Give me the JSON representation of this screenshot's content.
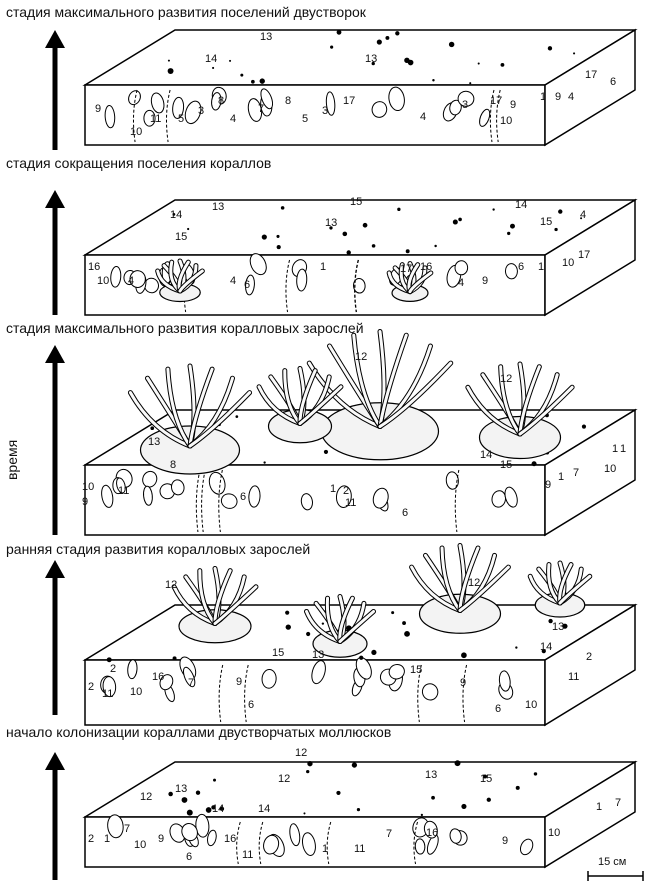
{
  "axis_label": "время",
  "scale_label": "15 см",
  "stages": [
    {
      "title": "стадия максимального развития поселений двустворок",
      "labels": [
        "13",
        "14",
        "13",
        "9",
        "10",
        "11",
        "5",
        "3",
        "8",
        "4",
        "7",
        "8",
        "5",
        "3",
        "17",
        "4",
        "3",
        "17",
        "9",
        "10",
        "1",
        "9",
        "4",
        "17",
        "6"
      ]
    },
    {
      "title": "стадия сокращения поселения кораллов",
      "labels": [
        "15",
        "14",
        "13",
        "13",
        "14",
        "15",
        "4",
        "15",
        "16",
        "10",
        "4",
        "4",
        "6",
        "1",
        "17",
        "16",
        "4",
        "9",
        "6",
        "1",
        "10",
        "17"
      ]
    },
    {
      "title": "стадия максимального развития коралловых зарослей",
      "labels": [
        "12",
        "12",
        "13",
        "8",
        "14",
        "15",
        "1",
        "10",
        "9",
        "11",
        "6",
        "1",
        "2",
        "11",
        "6",
        "9",
        "1",
        "7",
        "10",
        "1"
      ]
    },
    {
      "title": "ранняя стадия развития коралловых зарослей",
      "labels": [
        "12",
        "12",
        "15",
        "13",
        "13",
        "14",
        "2",
        "2",
        "11",
        "10",
        "16",
        "7",
        "9",
        "6",
        "15",
        "9",
        "6",
        "10",
        "11",
        "2"
      ]
    },
    {
      "title": "начало колонизации кораллами двустворчатых моллюсков",
      "labels": [
        "12",
        "12",
        "13",
        "12",
        "13",
        "15",
        "14",
        "14",
        "2",
        "1",
        "7",
        "10",
        "9",
        "6",
        "16",
        "11",
        "1",
        "11",
        "7",
        "16",
        "9",
        "10",
        "1",
        "7"
      ]
    }
  ]
}
